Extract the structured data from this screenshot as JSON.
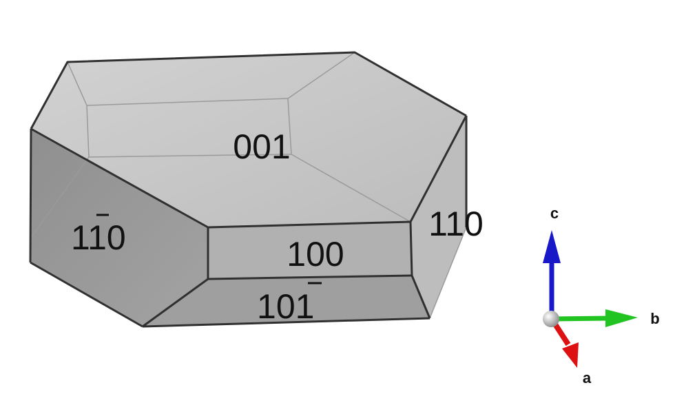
{
  "faces": {
    "f001": {
      "label": "001",
      "color": "#c4c4c4"
    },
    "f110": {
      "label": "110",
      "color": "#bdbdbd"
    },
    "f1m10": {
      "label_digits": [
        "1",
        "1",
        "0"
      ],
      "bar_index": 1,
      "color": "#9a9a9a"
    },
    "f100": {
      "label": "100",
      "color": "#b3b3b3"
    },
    "f10m1": {
      "label_digits": [
        "1",
        "0",
        "1"
      ],
      "bar_index": 2,
      "color": "#a2a2a2"
    }
  },
  "axes": {
    "a": {
      "label": "a",
      "color": "#dd1111"
    },
    "b": {
      "label": "b",
      "color": "#22c422"
    },
    "c": {
      "label": "c",
      "color": "#1818c8"
    },
    "origin_color": "#bdbdbd"
  },
  "edge_color": "#303030"
}
